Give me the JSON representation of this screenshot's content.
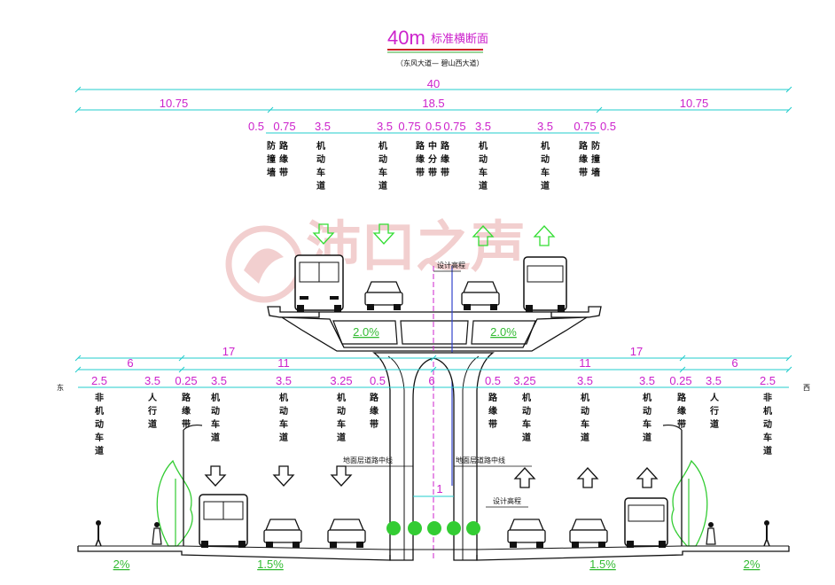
{
  "title": {
    "main_prefix": "40m",
    "main_suffix": "标准横断面",
    "subtitle": "（东风大道— 碧山西大道）"
  },
  "colors": {
    "dimension": "#cc22cc",
    "dimline": "#22cccc",
    "slope": "#33bb33",
    "arrow": "#33dd33",
    "structure": "#111111",
    "tree": "#33cc33",
    "watermark": "#e8a8a8"
  },
  "watermark": {
    "text": "沛口之声"
  },
  "top_dims": {
    "total": "40",
    "sides": [
      "10.75",
      "18.5",
      "10.75"
    ],
    "lanes": [
      "0.5",
      "0.75",
      "3.5",
      "3.5",
      "0.75",
      "0.5",
      "0.75",
      "3.5",
      "3.5",
      "0.75",
      "0.5"
    ]
  },
  "top_labels": [
    "防撞墙",
    "路缘带",
    "机动车道",
    "机动车道",
    "路缘带",
    "中分带",
    "路缘带",
    "机动车道",
    "机动车道",
    "路缘带",
    "防撞墙"
  ],
  "elevated": {
    "design_elevation": "设计高程",
    "slope_left": "2.0%",
    "slope_right": "2.0%"
  },
  "bottom_dims": {
    "halves": [
      "17",
      "17"
    ],
    "groups": [
      "6",
      "11",
      "11",
      "6"
    ],
    "lanes": [
      "2.5",
      "3.5",
      "0.25",
      "3.5",
      "3.5",
      "3.25",
      "0.5",
      "6",
      "0.5",
      "3.25",
      "3.5",
      "3.5",
      "0.25",
      "3.5",
      "2.5"
    ]
  },
  "bottom_labels": [
    "非机动车道",
    "人行道",
    "路缘带",
    "机动车道",
    "机动车道",
    "机动车道",
    "路缘带",
    "路缘带",
    "机动车道",
    "机动车道",
    "机动车道",
    "路缘带",
    "人行道",
    "非机动车道"
  ],
  "side_marks": {
    "east": "东",
    "west": "西"
  },
  "ground": {
    "left_center_line": "地面层道路中线",
    "right_center_line": "地面层道路中线",
    "center_dim": "1",
    "design_elevation": "设计高程",
    "slopes": [
      "2%",
      "1.5%",
      "1.5%",
      "2%"
    ]
  }
}
